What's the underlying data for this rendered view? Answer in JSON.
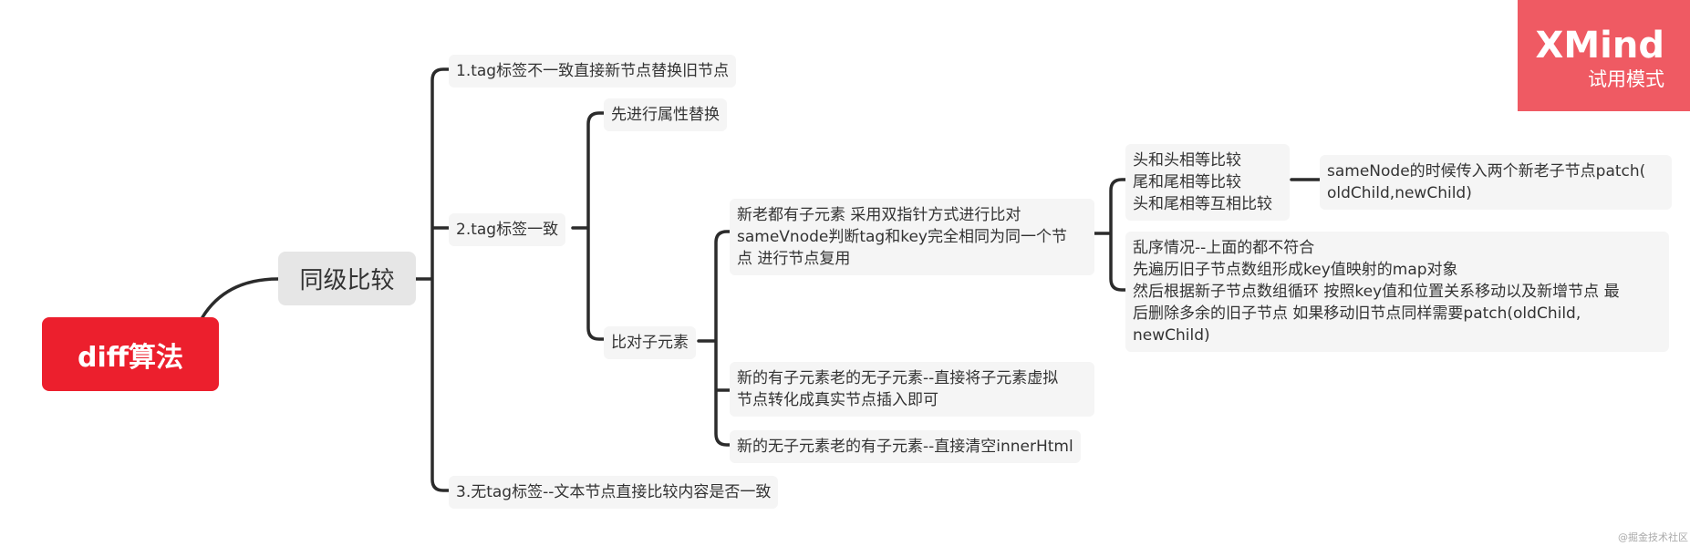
{
  "root": {
    "label": "diff算法"
  },
  "main": {
    "label": "同级比较"
  },
  "branches": {
    "b1": "1.tag标签不一致直接新节点替换旧节点",
    "b2": "2.tag标签一致",
    "b3": "3.无tag标签--文本节点直接比较内容是否一致"
  },
  "sub": {
    "attr": "先进行属性替换",
    "children": "比对子元素"
  },
  "cases": {
    "both": [
      "新老都有子元素 采用双指针方式进行比对",
      "sameVnode判断tag和key完全相同为同一个节",
      "点 进行节点复用"
    ],
    "new_only": [
      "新的有子元素老的无子元素--直接将子元素虚拟",
      "节点转化成真实节点插入即可"
    ],
    "old_only": "新的无子元素老的有子元素--直接清空innerHtml"
  },
  "compare": {
    "heads": [
      "头和头相等比较",
      "尾和尾相等比较",
      "头和尾相等互相比较"
    ],
    "unordered": [
      "乱序情况--上面的都不符合",
      "先遍历旧子节点数组形成key值映射的map对象",
      "然后根据新子节点数组循环  按照key值和位置关系移动以及新增节点 最",
      "后删除多余的旧子节点 如果移动旧节点同样需要patch(oldChild,",
      "newChild)"
    ]
  },
  "same_node": [
    "sameNode的时候传入两个新老子节点patch(",
    "oldChild,newChild)"
  ],
  "badge": {
    "brand": "XMind",
    "mode": "试用模式"
  },
  "watermark": "@掘金技术社区",
  "colors": {
    "root": "#ec1f2d",
    "badge": "#ef5a63",
    "node_bg": "#f5f5f5",
    "main_bg": "#e6e6e6",
    "line": "#2b2b2b"
  }
}
